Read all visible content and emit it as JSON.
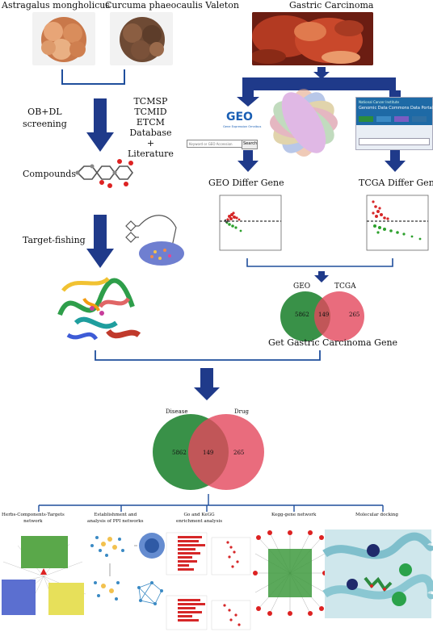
{
  "herbs": {
    "label_1": "Astragalus mongholicus",
    "label_2": "Curcuma phaeocaulis Valeton"
  },
  "disease": {
    "label": "Gastric Carcinoma"
  },
  "screening": {
    "step": "OB+DL\nscreening",
    "databases": "TCMSP\nTCMID\nETCM\nDatabase\n+\nLiterature"
  },
  "compounds": {
    "label": "Compounds"
  },
  "target_fishing": {
    "label": "Target-fishing"
  },
  "geo": {
    "logo_text": "GEO",
    "logo_sub": "Gene Expression Omnibus",
    "search_placeholder": "Keyword or GEO Accession",
    "search_button": "Search",
    "differ_label": "GEO Differ Gene"
  },
  "tcga": {
    "portal_line1": "Genomic Data Commons Data Portal",
    "portal_line2": "National Cancer Institute",
    "differ_label": "TCGA Differ Gene"
  },
  "venn_small": {
    "left_label": "GEO",
    "right_label": "TCGA",
    "left_only": "5862",
    "intersection": "149",
    "right_only": "265"
  },
  "get_gene": {
    "label": "Get Gastric Carcinoma Gene"
  },
  "venn_big": {
    "left_label": "Disease",
    "right_label": "Drug",
    "left_only": "5862",
    "intersection": "149",
    "right_only": "265"
  },
  "analyses": [
    {
      "label": "Herbs-Components-Targets\nnetwork"
    },
    {
      "label": "Establishment and\nanalysis of PPI networks"
    },
    {
      "label": "Go and KeGG\nenrichment analysis"
    },
    {
      "label": "Kegg-gene network"
    },
    {
      "label": "Molecular docking"
    }
  ],
  "colors": {
    "arrow": "#1f3a8a",
    "venn_green": "#2e8b3e",
    "venn_red": "#e4475c",
    "bracket": "#1f4e9c"
  }
}
